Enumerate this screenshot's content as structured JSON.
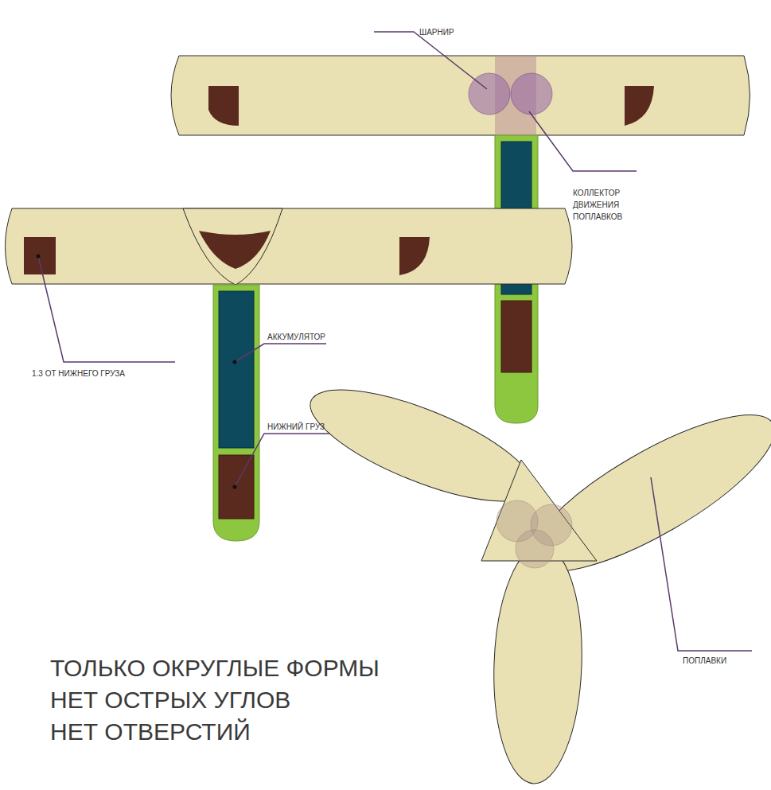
{
  "diagram": {
    "labels": [
      "ШАРНИР",
      "КОЛЛЕКТОР ДВИЖЕНИЯ ПОПЛАВКОВ",
      "1.3 ОТ НИЖНЕГО ГРУЗА",
      "АККУМУЛЯТОР",
      "НИЖНИЙ ГРУЗ",
      "ПОПЛАВКИ",
      "ТОЛЬКО ОКРУГЛЫЕ ФОРМЫ",
      "НЕТ ОСТРЫХ УГЛОВ",
      "НЕТ ОТВЕРСТИЙ"
    ]
  }
}
